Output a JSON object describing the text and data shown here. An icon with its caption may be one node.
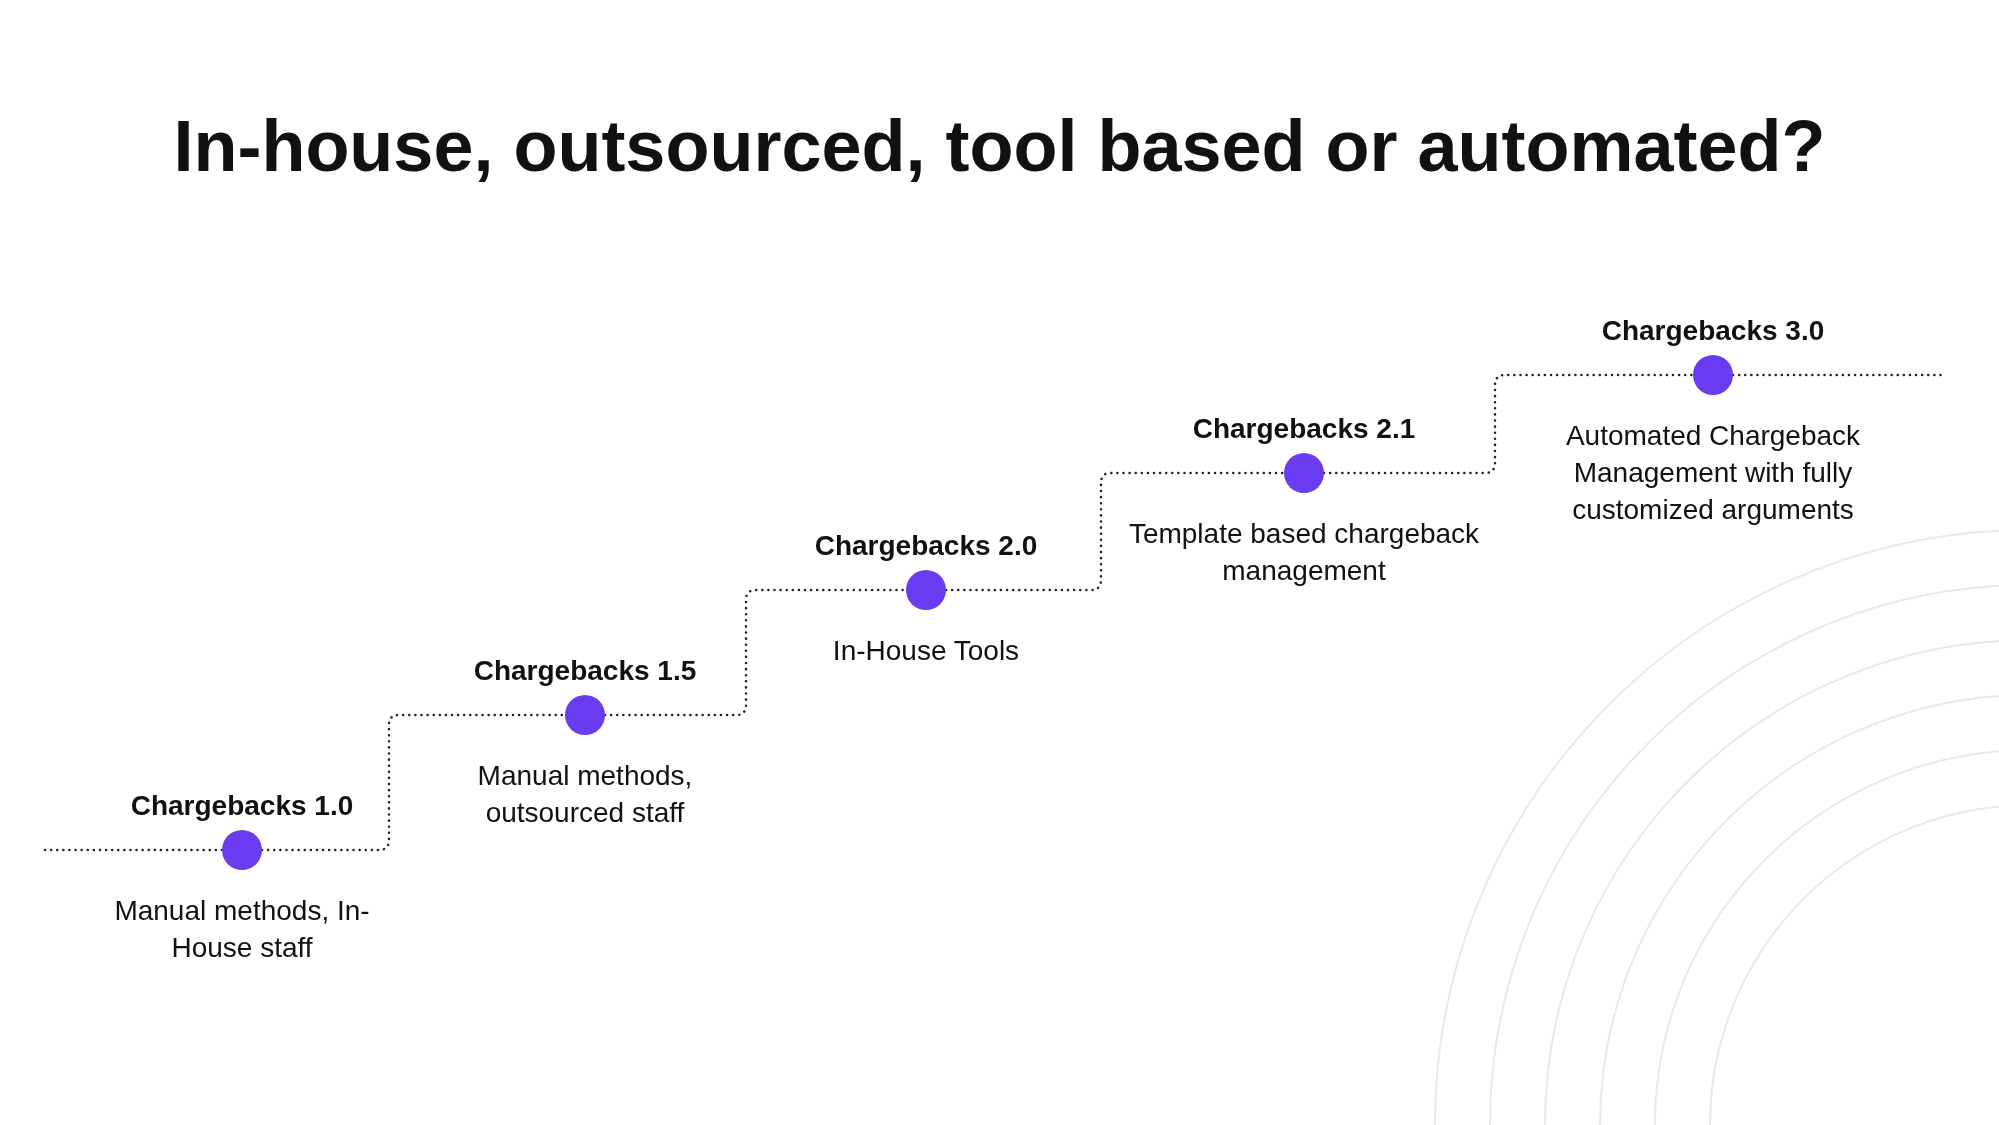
{
  "diagram": {
    "title": "In-house, outsourced, tool based or automated?",
    "nodes": [
      {
        "text": [
          "Chargebacks 1.0",
          "Manual methods, In-House staff"
        ]
      },
      {
        "text": [
          "Chargebacks 1.5",
          "Manual methods, outsourced staff"
        ]
      },
      {
        "text": [
          "Chargebacks 2.0",
          "In-House Tools"
        ]
      },
      {
        "text": [
          "Chargebacks 2.1",
          "Template based chargeback management"
        ]
      },
      {
        "text": [
          "Chargebacks 3.0",
          "Automated Chargeback Management with fully customized arguments"
        ]
      }
    ],
    "edges": [
      {
        "from": null,
        "to": 0,
        "arrow": "none",
        "style": "dashed"
      },
      {
        "from": 0,
        "to": 1,
        "arrow": "none",
        "style": "dashed"
      },
      {
        "from": 1,
        "to": 2,
        "arrow": "none",
        "style": "dashed"
      },
      {
        "from": 2,
        "to": 3,
        "arrow": "none",
        "style": "dashed"
      },
      {
        "from": 3,
        "to": 4,
        "arrow": "none",
        "style": "dashed"
      },
      {
        "from": 4,
        "to": null,
        "arrow": "none",
        "style": "dashed"
      }
    ]
  }
}
